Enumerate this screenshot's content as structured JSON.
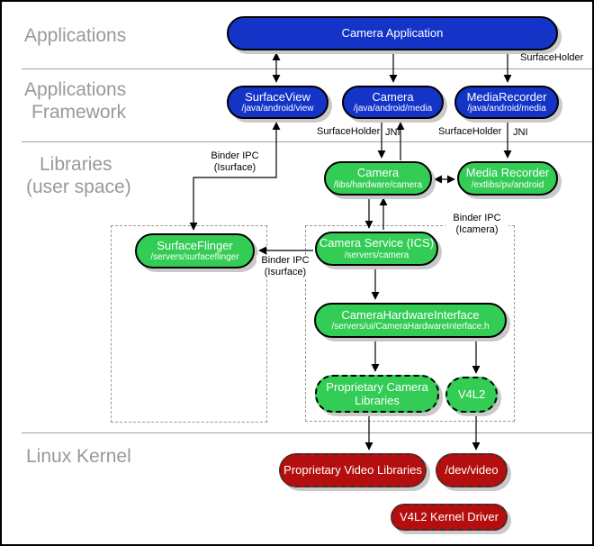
{
  "layers": {
    "applications": "Applications",
    "framework_line1": "Applications",
    "framework_line2": "Framework",
    "libraries_line1": "Libraries",
    "libraries_line2": "(user space)",
    "linux_kernel": "Linux Kernel"
  },
  "nodes": {
    "camera_application": {
      "title": "Camera Application"
    },
    "surfaceview": {
      "title": "SurfaceView",
      "subtitle": "/java/android/view"
    },
    "camera_java": {
      "title": "Camera",
      "subtitle": "/java/android/media"
    },
    "mediarecorder_java": {
      "title": "MediaRecorder",
      "subtitle": "/java/android/media"
    },
    "camera_lib": {
      "title": "Camera",
      "subtitle": "/libs/hardware/camera"
    },
    "media_recorder_lib": {
      "title": "Media Recorder",
      "subtitle": "/extlibs/pv/android"
    },
    "surfaceflinger": {
      "title": "SurfaceFlinger",
      "subtitle": "/servers/surfaceflinger"
    },
    "camera_service": {
      "title": "Camera Service (ICS)",
      "subtitle": "/servers/camera"
    },
    "camera_hardware_interface": {
      "title": "CameraHardwareInterface",
      "subtitle": "/servers/ui/CameraHardwareInterface.h"
    },
    "proprietary_camera_libraries": {
      "title": "Proprietary Camera Libraries"
    },
    "v4l2": {
      "title": "V4L2"
    },
    "proprietary_video_libraries": {
      "title": "Proprietary Video Libraries"
    },
    "dev_video": {
      "title": "/dev/video"
    },
    "v4l2_kernel_driver": {
      "title": "V4L2 Kernel Driver"
    }
  },
  "annotations": {
    "surfaceholder_top": "SurfaceHolder",
    "binder_ipc_top_line1": "Binder IPC",
    "binder_ipc_top_line2": "(Isurface)",
    "surfaceholder_camera": "SurfaceHolder",
    "jni_camera": "JNI",
    "surfaceholder_mediarecorder": "SurfaceHolder",
    "jni_mediarecorder": "JNI",
    "binder_ipc_icamera_line1": "Binder IPC",
    "binder_ipc_icamera_line2": "(Icamera)",
    "binder_ipc_mid_line1": "Binder IPC",
    "binder_ipc_mid_line2": "(Isurface)"
  },
  "colors": {
    "node_blue": "#1434c8",
    "node_green": "#33cc55",
    "node_red": "#b40e0e",
    "layer_label_gray": "#999999",
    "shadow_gray": "#c9c9c9",
    "divider_gray": "#a0a0a0"
  }
}
